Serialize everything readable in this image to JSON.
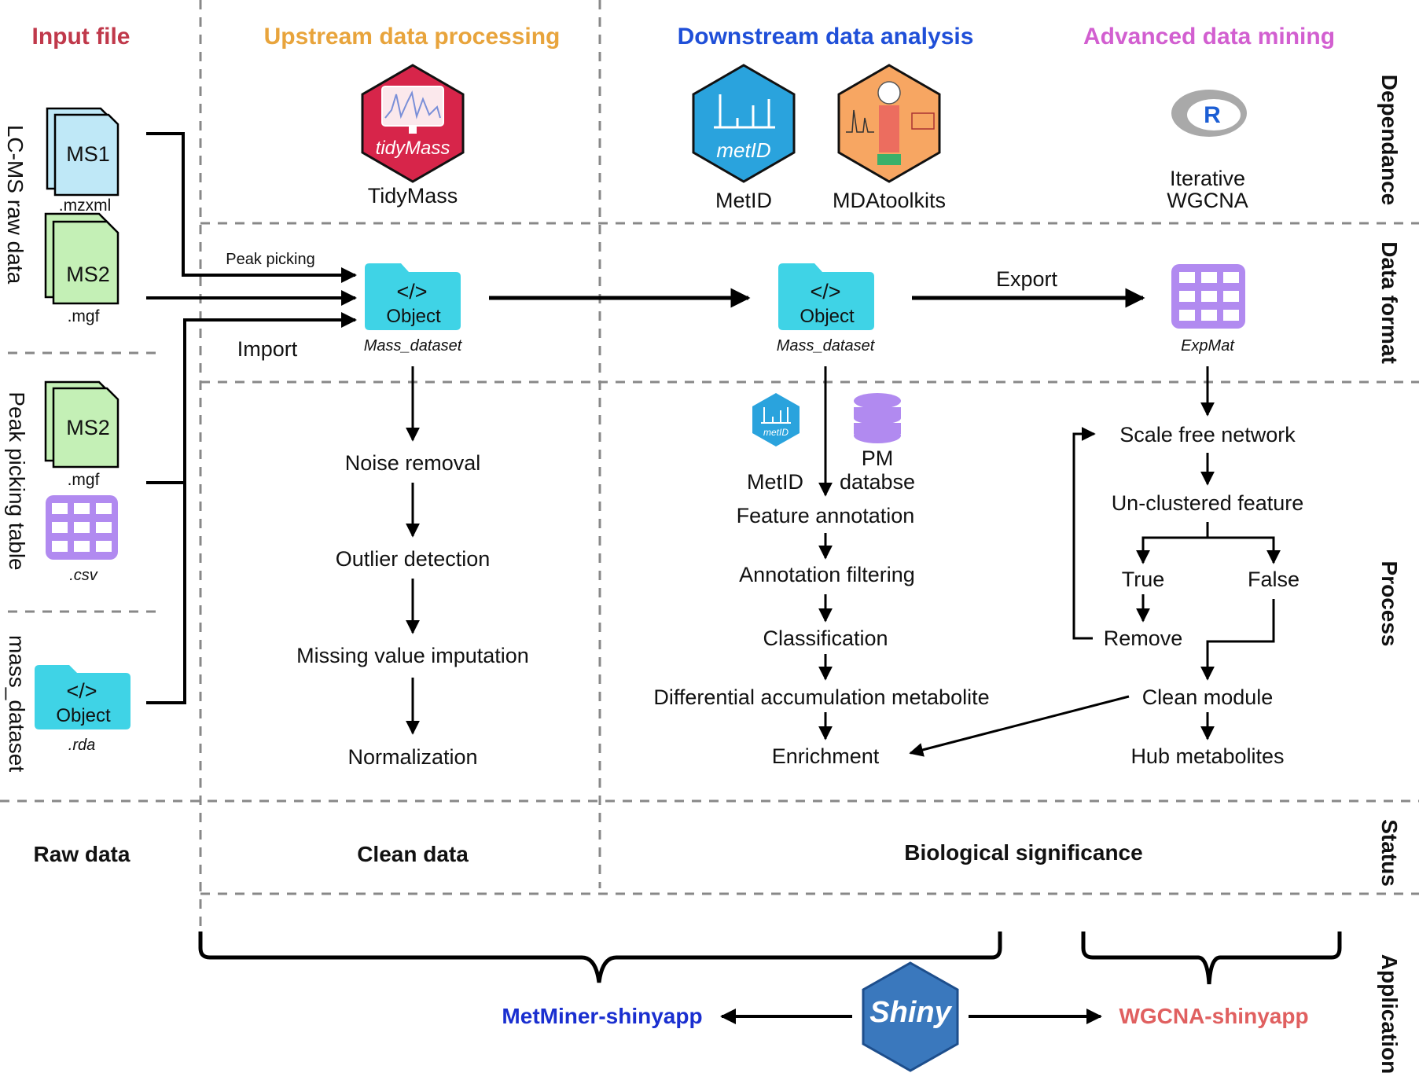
{
  "headers": {
    "input": "Input file",
    "upstream": "Upstream data processing",
    "downstream": "Downstream data analysis",
    "advanced": "Advanced data mining"
  },
  "colors": {
    "input": "#c0394b",
    "upstream": "#e8a43c",
    "downstream": "#1f4fd8",
    "advanced": "#d25fd0",
    "object_folder": "#3fd3e6",
    "table_purple": "#b18af0",
    "ms1_fill": "#bfe8f7",
    "ms2_fill": "#c4f0b6",
    "tidymass_red": "#d7254a",
    "metid_blue": "#2aa3dd",
    "mda_orange": "#f7a662",
    "shiny_blue": "#3a78bd",
    "true_color": "#1a2fd0",
    "false_color": "#e0202a",
    "feature_annotation": "#e8a43c",
    "metminer_app": "#1a2fd0",
    "wgcna_app": "#e06060"
  },
  "right_labels": {
    "dependance": "Dependance",
    "data_format": "Data format",
    "process": "Process",
    "status": "Status",
    "application": "Application"
  },
  "left_labels": {
    "lcms": "LC-MS raw data",
    "peak_table": "Peak picking table",
    "mass_dataset": "mass_dataset"
  },
  "input_files": {
    "ms1": "MS1",
    "ms1_ext": ".mzxml",
    "ms2": "MS2",
    "ms2_ext": ".mgf",
    "ms2b": "MS2",
    "ms2b_ext": ".mgf",
    "csv_ext": ".csv",
    "obj_code": "</>",
    "obj_label": "Object",
    "rda_ext": ".rda"
  },
  "dependance": {
    "tidymass_logo_text": "tidyMass",
    "tidymass": "TidyMass",
    "metid_logo_text": "metID",
    "metid": "MetID",
    "mda": "MDAtoolkits",
    "r_logo": "R",
    "wgcna_line1": "Iterative",
    "wgcna_line2": "WGCNA"
  },
  "data_format": {
    "peak_picking": "Peak picking",
    "import": "Import",
    "obj_code": "</>",
    "obj_label": "Object",
    "mass_dataset": "Mass_dataset",
    "export": "Export",
    "expmat": "ExpMat"
  },
  "upstream_steps": [
    "Noise removal",
    "Outlier detection",
    "Missing value imputation",
    "Normalization"
  ],
  "downstream": {
    "metid_small_logo": "metID",
    "metid": "MetID",
    "pm_line1": "PM",
    "pm_line2": "databse",
    "feature_annotation": "Feature annotation",
    "steps": [
      "Annotation filtering",
      "Classification",
      "Differential accumulation metabolite",
      "Enrichment"
    ]
  },
  "advanced": {
    "scale_free": "Scale free network",
    "unclustered": "Un-clustered feature",
    "true": "True",
    "false": "False",
    "remove": "Remove",
    "clean_module": "Clean module",
    "hub": "Hub metabolites"
  },
  "status": {
    "raw": "Raw data",
    "clean": "Clean data",
    "bio": "Biological significance"
  },
  "application": {
    "metminer": "MetMiner-shinyapp",
    "shiny": "Shiny",
    "wgcna": "WGCNA-shinyapp"
  }
}
